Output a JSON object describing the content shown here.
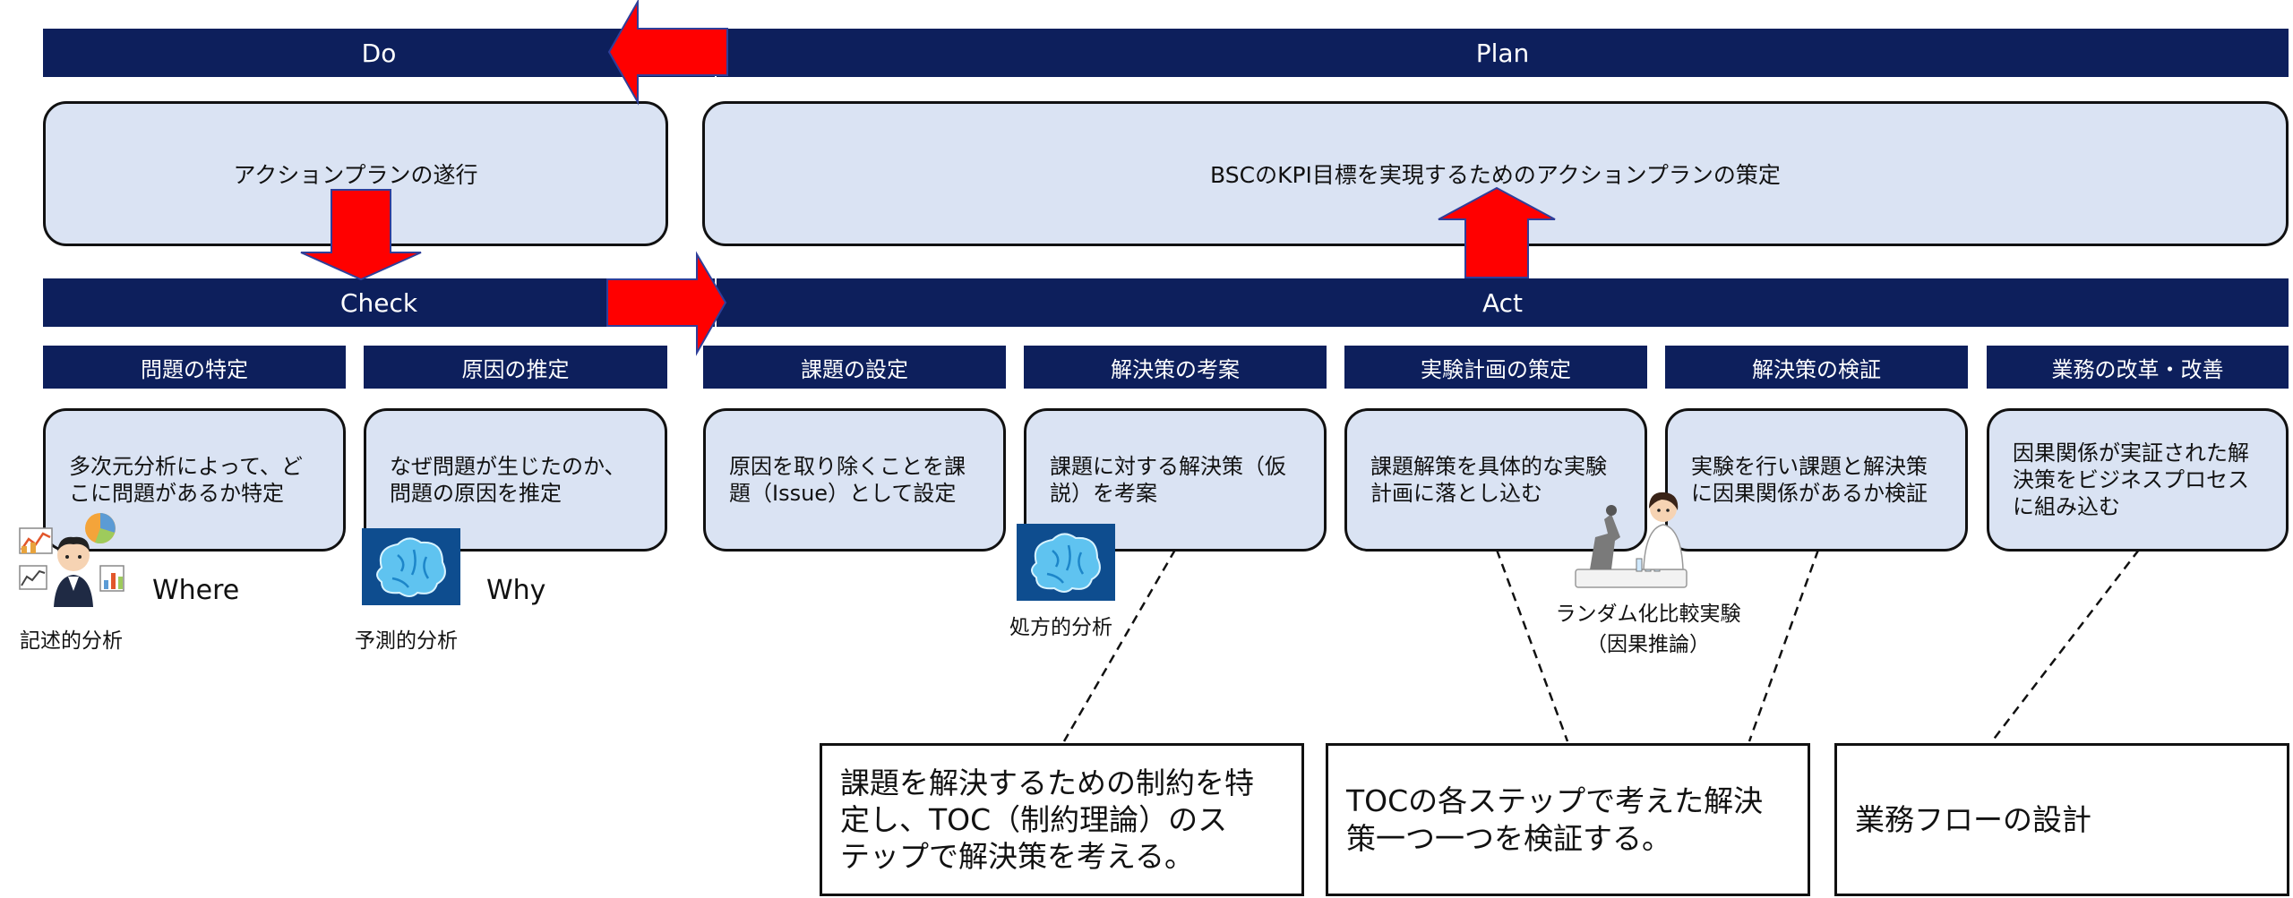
{
  "phases": {
    "do": "Do",
    "plan": "Plan",
    "check": "Check",
    "act": "Act"
  },
  "boxes": {
    "do_box": "アクションプランの遂行",
    "plan_box": "BSCのKPI目標を実現するためのアクションプランの策定"
  },
  "steps": [
    {
      "title": "問題の特定",
      "desc": "多次元分析によって、ど\nこに問題があるか特定"
    },
    {
      "title": "原因の推定",
      "desc": "なぜ問題が生じたのか、\n問題の原因を推定"
    },
    {
      "title": "課題の設定",
      "desc": "原因を取り除くことを課\n題（Issue）として設定"
    },
    {
      "title": "解決策の考案",
      "desc": "課題に対する解決策（仮\n説）を考案"
    },
    {
      "title": "実験計画の策定",
      "desc": "課題解策を具体的な実験\n計画に落とし込む"
    },
    {
      "title": "解決策の検証",
      "desc": "実験を行い課題と解決策\nに因果関係があるか検証"
    },
    {
      "title": "業務の改革・改善",
      "desc": "因果関係が実証された解\n決策をビジネスプロセス\nに組み込む"
    }
  ],
  "labels": {
    "where": "Where",
    "why": "Why",
    "descriptive": "記述的分析",
    "predictive": "予測的分析",
    "prescriptive": "処方的分析",
    "rct": "ランダム化比較実験\n（因果推論）"
  },
  "callouts": [
    "課題を解決するための制約を特\n定し、TOC（制約理論）のス\nテップで解決策を考える。",
    "TOCの各ステップで考えた解決\n策一つ一つを検証する。",
    "業務フローの設計"
  ],
  "colors": {
    "navy": "#0d1f5c",
    "box_fill": "#dae3f3",
    "arrow_red": "#ff0000",
    "arrow_edge": "#2f3f9a"
  },
  "icons": [
    "brain-icon",
    "analyst-person-icon",
    "scientist-microscope-icon"
  ]
}
